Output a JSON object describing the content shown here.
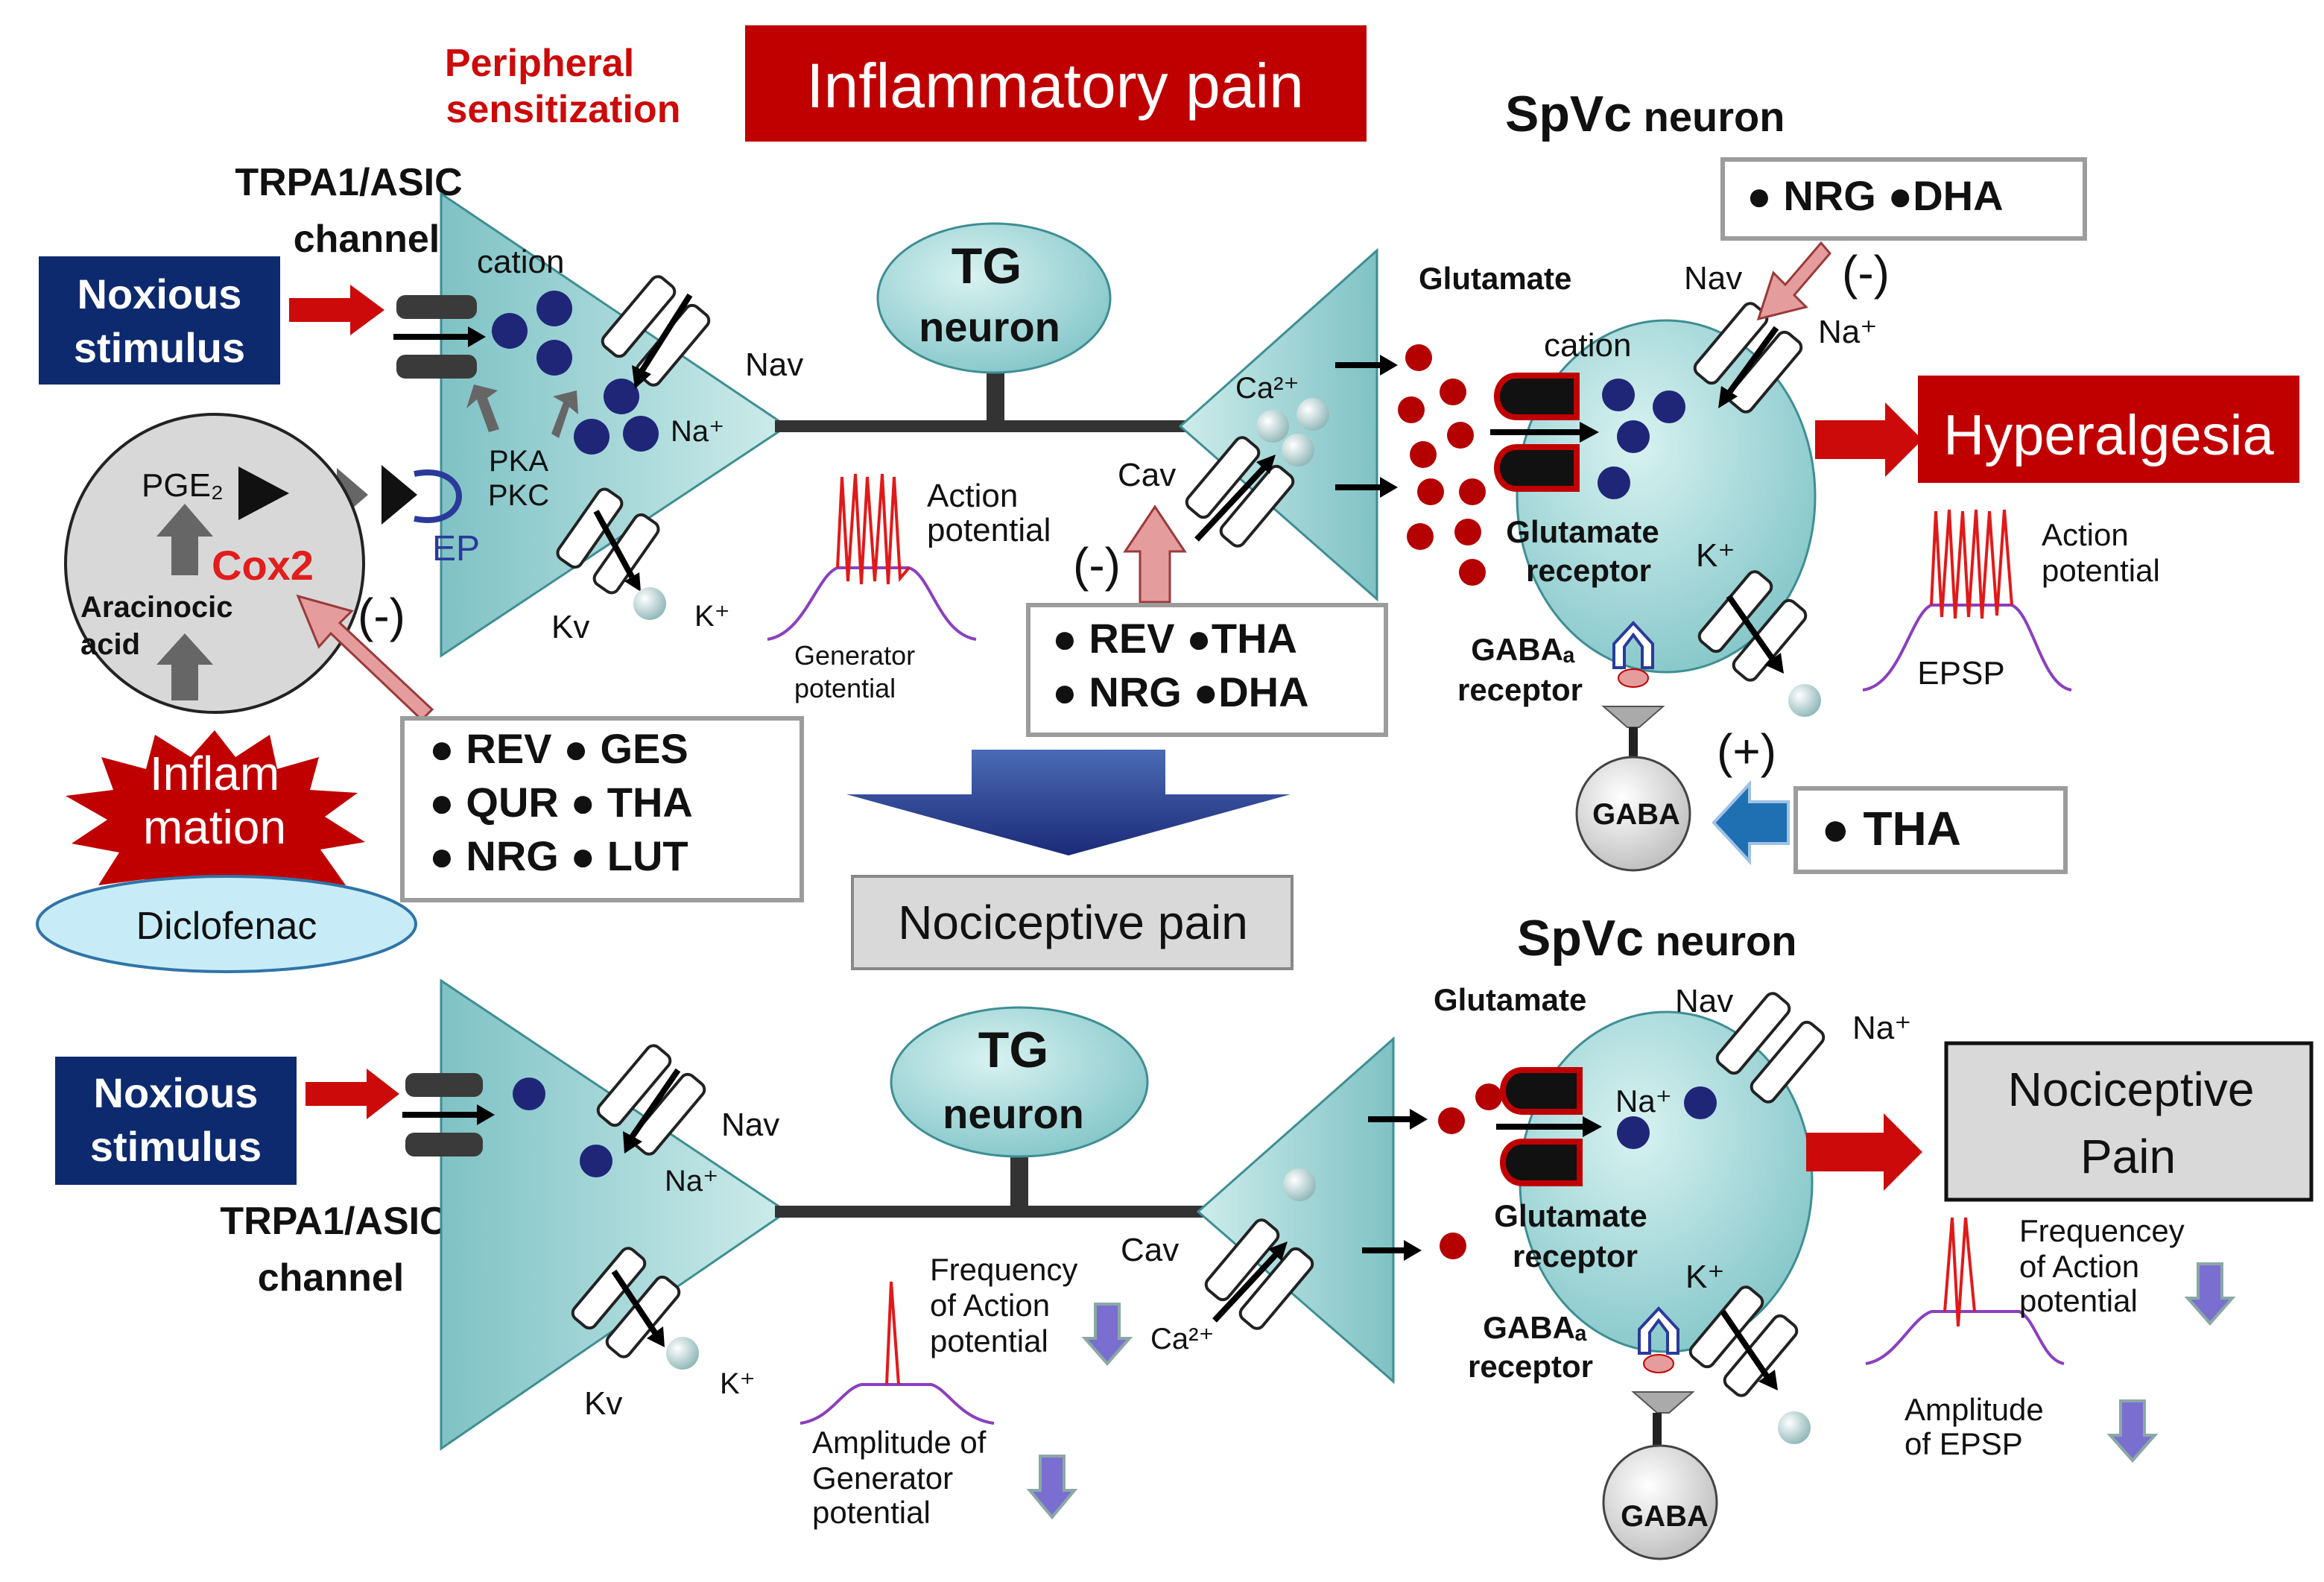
{
  "colors": {
    "title_red": "#cc0a0a",
    "navy": "#0d2a6e",
    "neuron_fill": "#9fd6d8",
    "neuron_fill_light": "#d6f0ef",
    "cation_dot": "#1f2678",
    "glutamate_dot": "#b40000",
    "arrow_red": "#cc0a0a",
    "arrow_pink": "#e59c9c",
    "arrow_blue": "#1f6fb3",
    "trace_red": "#e01a1a",
    "trace_purple": "#8b3fbf",
    "grey_box": "#d9d9d9",
    "diclofenac_fill": "#c8ecf7"
  },
  "top": {
    "peripheral_sensitization": [
      "Peripheral",
      "sensitization"
    ],
    "inflammatory_pain_title": "Inflammatory pain",
    "spvc_title": {
      "bold": "SpVc",
      "rest": " neuron"
    },
    "trpa1_label": [
      "TRPA1/ASIC",
      "channel"
    ],
    "noxious_stimulus": [
      "Noxious",
      "stimulus"
    ],
    "cation": "cation",
    "nav": "Nav",
    "na_plus": "Na⁺",
    "pka": "PKA",
    "pkc": "PKC",
    "kv": "Kv",
    "k_plus": "K⁺",
    "ep": "EP",
    "pge2": "PGE₂",
    "cox2": "Cox2",
    "aracinocic_acid": [
      "Aracinocic",
      "acid"
    ],
    "inflammation": [
      "Inflam",
      "mation"
    ],
    "diclofenac": "Diclofenac",
    "minus": "(-)",
    "plus": "(+)",
    "tg_neuron": [
      "TG",
      "neuron"
    ],
    "action_potential": [
      "Action",
      "potential"
    ],
    "generator_potential": [
      "Generator",
      "potential"
    ],
    "ca2_plus": "Ca²⁺",
    "cav": "Cav",
    "glutamate": "Glutamate",
    "glutamate_receptor": [
      "Glutamate",
      "receptor"
    ],
    "gabaa_receptor": [
      "GABAₐ",
      "receptor"
    ],
    "gaba": "GABA",
    "hyperalgesia": "Hyperalgesia",
    "epsp": "EPSP",
    "box_rev_list": [
      "● REV ● GES",
      "● QUR ● THA",
      "● NRG ● LUT"
    ],
    "box_cav_list": [
      "● REV ●THA",
      "● NRG ●DHA"
    ],
    "box_nav_list": "● NRG ●DHA",
    "box_tha": "● THA"
  },
  "middle": {
    "nociceptive_pain": "Nociceptive pain"
  },
  "bottom": {
    "spvc_title": {
      "bold": "SpVc",
      "rest": " neuron"
    },
    "noxious_stimulus": [
      "Noxious",
      "stimulus"
    ],
    "trpa1_label": [
      "TRPA1/ASIC",
      "channel"
    ],
    "nav": "Nav",
    "na_plus": "Na⁺",
    "kv": "Kv",
    "k_plus": "K⁺",
    "tg_neuron": [
      "TG",
      "neuron"
    ],
    "frequency_action_potential": [
      "Frequency",
      "of Action",
      "potential"
    ],
    "amplitude_generator_potential": [
      "Amplitude of",
      "Generator",
      "potential"
    ],
    "cav": "Cav",
    "ca2_plus": "Ca²⁺",
    "glutamate": "Glutamate",
    "glutamate_receptor": [
      "Glutamate",
      "receptor"
    ],
    "gabaa_receptor": [
      "GABAₐ",
      "receptor"
    ],
    "gaba": "GABA",
    "nociceptive_pain_box": [
      "Nociceptive",
      "Pain"
    ],
    "frequencey_action_potential": [
      "Frequencey",
      "of Action",
      "potential"
    ],
    "amplitude_epsp": [
      "Amplitude",
      "of EPSP"
    ]
  }
}
